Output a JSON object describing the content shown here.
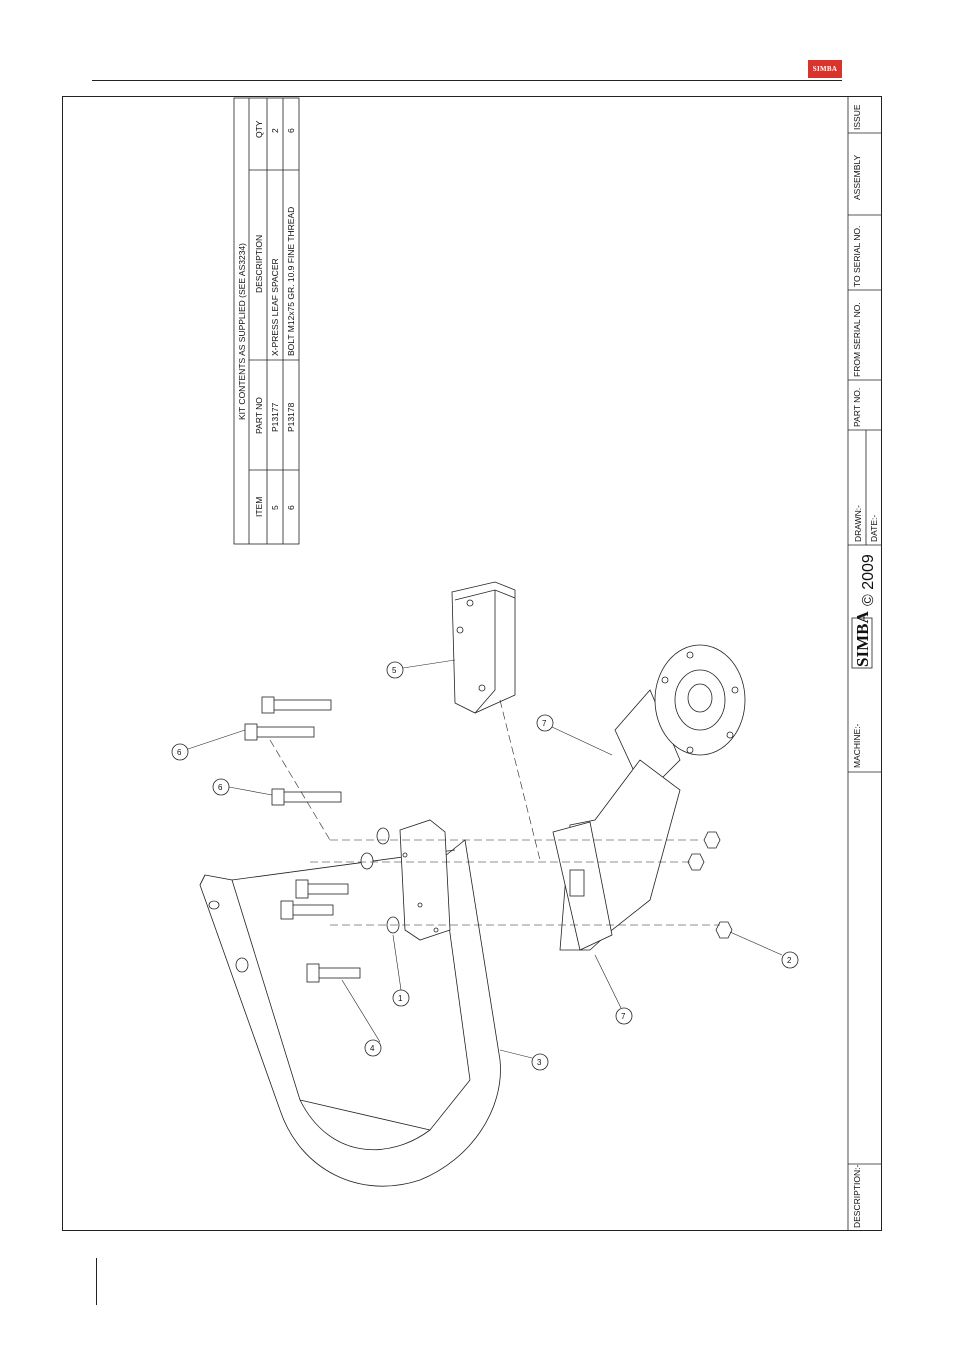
{
  "brand": {
    "logo_text": "SIMBA"
  },
  "kit_table": {
    "title": "KIT CONTENTS AS SUPPLIED (SEE AS3234)",
    "headers": {
      "item": "ITEM",
      "part_no": "PART NO",
      "description": "DESCRIPTION",
      "qty": "QTY"
    },
    "rows": [
      {
        "item": "5",
        "part_no": "P13177",
        "description": "X-PRESS LEAF SPACER",
        "qty": "2"
      },
      {
        "item": "6",
        "part_no": "P13178",
        "description": "BOLT M12x75 GR. 10.9 FINE THREAD",
        "qty": "6"
      }
    ]
  },
  "title_block": {
    "description_label": "DESCRIPTION:-",
    "machine_label": "MACHINE:-",
    "copyright": "© 2009",
    "simba_mark": "SIMBA",
    "drawn_label": "DRAWN:-",
    "date_label": "DATE:-",
    "part_no_label": "PART NO.",
    "from_serial_label": "FROM SERIAL NO.",
    "to_serial_label": "TO SERIAL NO.",
    "assembly_label": "ASSEMBLY",
    "issue_label": "ISSUE"
  },
  "callouts": [
    "1",
    "2",
    "3",
    "4",
    "5",
    "6",
    "6",
    "7",
    "7"
  ]
}
